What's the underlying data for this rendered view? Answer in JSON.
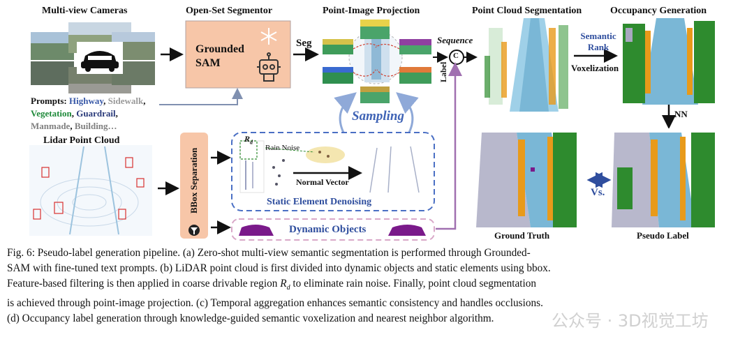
{
  "multiview": {
    "title": "Multi-view Cameras"
  },
  "prompts": {
    "label": "Prompts:",
    "items": [
      {
        "text": "Highway",
        "color": "#3a5aa8"
      },
      {
        "text": "Sidewalk",
        "color": "#9a9a9a"
      },
      {
        "text": "Vegetation",
        "color": "#1f8a3a"
      },
      {
        "text": "Guardrail",
        "color": "#2a3a7a"
      },
      {
        "text": "Manmade",
        "color": "#808080"
      },
      {
        "text": "Building…",
        "color": "#808080"
      }
    ]
  },
  "segmentor": {
    "title": "Open-Set Segmentor",
    "line1": "Grounded",
    "line2": "SAM"
  },
  "seg_label": "Seg",
  "projection": {
    "title": "Point-Image Projection",
    "sampling": "Sampling"
  },
  "sequence_label": "Sequence",
  "concat_symbol": "C",
  "label_text": "Label",
  "pcseg": {
    "title": "Point Cloud Segmentation"
  },
  "semantic_rank": {
    "line1": "Semantic",
    "line2": "Rank",
    "voxel": "Voxelization"
  },
  "occupancy": {
    "title": "Occupancy Generation"
  },
  "nn_label": "NN",
  "lidar": {
    "title": "Lidar Point Cloud"
  },
  "bbox_sep": "BBox Separation",
  "denoise": {
    "rd_symbol": "R",
    "rd_sub": "d",
    "rain_noise": "Rain Noise",
    "normal_vector": "Normal Vector",
    "title": "Static Element Denoising"
  },
  "dynamic": {
    "title": "Dynamic Objects"
  },
  "ground_truth": "Ground Truth",
  "vs": "Vs.",
  "pseudo_label": "Pseudo Label",
  "caption": {
    "l1": "Fig. 6: Pseudo-label generation pipeline. (a) Zero-shot multi-view semantic segmentation is performed through Grounded-",
    "l2": "SAM with fine-tuned text prompts. (b) LiDAR point cloud is first divided into dynamic objects and static elements using bbox.",
    "l3a": "Feature-based filtering is then applied in coarse drivable region ",
    "l3r": "R",
    "l3d": "d",
    "l3b": " to eliminate rain noise. Finally, point cloud segmentation",
    "l4": "is achieved through point-image projection. (c) Temporal aggregation enhances semantic consistency and handles occlusions.",
    "l5": "(d) Occupancy label generation through knowledge-guided semantic voxelization and nearest neighbor algorithm."
  },
  "watermark": "公众号 · 3D视觉工坊",
  "colors": {
    "segmentor_fill": "#f7c6a8",
    "dashed_blue": "#4a6fc4",
    "dashed_pink": "#d9a8c8",
    "dynamic_purple": "#7a1a8a",
    "text_blue": "#2f4e9e",
    "sampling_arrow": "#8fa9d8",
    "label_arrow": "#a070b0",
    "road": "#7ab7d6",
    "vegetation": "#2e8b2e",
    "building": "#a8a8c0",
    "orange": "#e89a1a"
  }
}
